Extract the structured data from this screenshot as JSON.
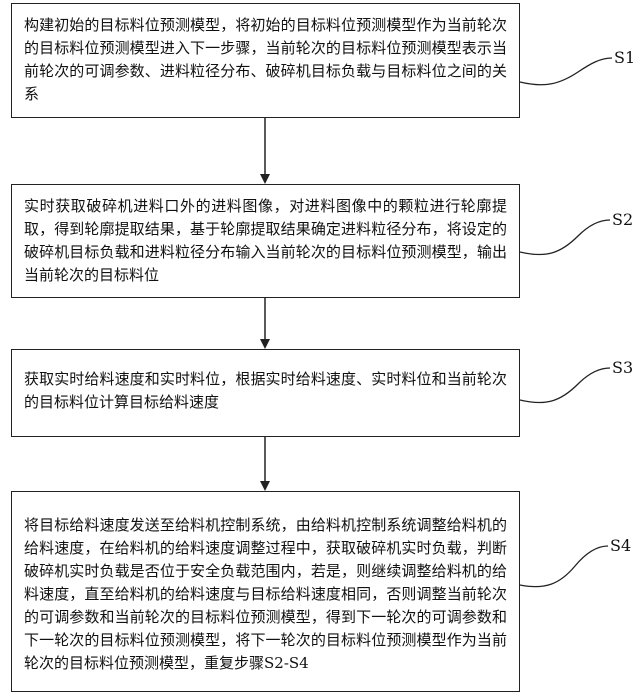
{
  "steps": [
    {
      "label": "S1",
      "text": "构建初始的目标料位预测模型，将初始的目标料位预测模型作为当前轮次的目标料位预测模型进入下一步骤，当前轮次的目标料位预测模型表示当前轮次的可调参数、进料粒径分布、破碎机目标负载与目标料位之间的关系"
    },
    {
      "label": "S2",
      "text": "实时获取破碎机进料口外的进料图像，对进料图像中的颗粒进行轮廓提取，得到轮廓提取结果，基于轮廓提取结果确定进料粒径分布，将设定的破碎机目标负载和进料粒径分布输入当前轮次的目标料位预测模型，输出当前轮次的目标料位"
    },
    {
      "label": "S3",
      "text": "获取实时给料速度和实时料位，根据实时给料速度、实时料位和当前轮次的目标料位计算目标给料速度"
    },
    {
      "label": "S4",
      "text": "将目标给料速度发送至给料机控制系统，由给料机控制系统调整给料机的给料速度，在给料机的给料速度调整过程中，获取破碎机实时负载，判断破碎机实时负载是否位于安全负载范围内，若是，则继续调整给料机的给料速度，直至给料机的给料速度与目标给料速度相同，否则调整当前轮次的可调参数和当前轮次的目标料位预测模型，得到下一轮次的可调参数和下一轮次的目标料位预测模型，将下一轮次的目标料位预测模型作为当前轮次的目标料位预测模型，重复步骤S2-S4"
    }
  ]
}
